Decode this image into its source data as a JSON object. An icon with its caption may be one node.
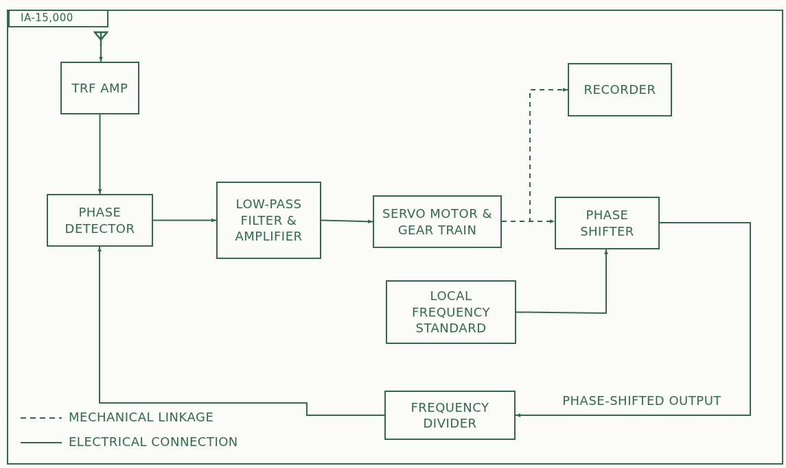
{
  "diagram": {
    "nodes": [
      {
        "text": [
          "IA-15,000"
        ]
      },
      {
        "text": [],
        "shape": "antenna"
      },
      {
        "text": [
          "TRF AMP"
        ]
      },
      {
        "text": [
          "PHASE DETECTOR"
        ]
      },
      {
        "text": [
          "LOW-PASS FILTER & AMPLIFIER"
        ]
      },
      {
        "text": [
          "SERVO MOTOR & GEAR TRAIN"
        ]
      },
      {
        "text": [
          "RECORDER"
        ]
      },
      {
        "text": [
          "PHASE SHIFTER"
        ]
      },
      {
        "text": [
          "LOCAL FREQUENCY STANDARD"
        ]
      },
      {
        "text": [
          "FREQUENCY DIVIDER"
        ]
      }
    ],
    "edges": [
      {
        "from": 1,
        "to": 2,
        "arrow": "to"
      },
      {
        "from": 2,
        "to": 3,
        "arrow": "to"
      },
      {
        "from": 3,
        "to": 4,
        "arrow": "to"
      },
      {
        "from": 4,
        "to": 5,
        "arrow": "to"
      },
      {
        "from": 5,
        "to": 7,
        "arrow": "to",
        "style": "dashed"
      },
      {
        "from": 5,
        "to": 6,
        "arrow": "to",
        "style": "dashed"
      },
      {
        "from": 8,
        "to": 7,
        "arrow": "to"
      },
      {
        "from": 7,
        "to": 9,
        "arrow": "to",
        "label": "PHASE-SHIFTED OUTPUT"
      },
      {
        "from": 9,
        "to": 3,
        "arrow": "to"
      }
    ],
    "legend": [
      {
        "text": "MECHANICAL LINKAGE"
      },
      {
        "text": "ELECTRICAL CONNECTION"
      }
    ]
  }
}
